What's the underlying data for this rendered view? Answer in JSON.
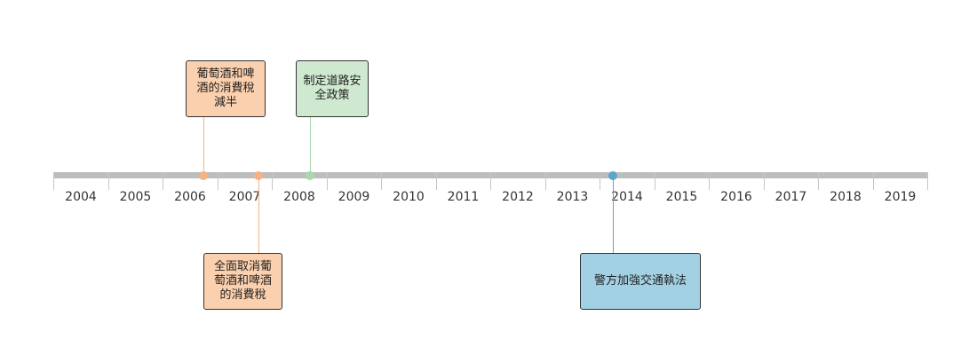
{
  "timeline": {
    "axis": {
      "start_year": 2004,
      "end_year": 2019,
      "years": [
        "2004",
        "2005",
        "2006",
        "2007",
        "2008",
        "2009",
        "2010",
        "2011",
        "2012",
        "2013",
        "2014",
        "2015",
        "2016",
        "2017",
        "2018",
        "2019"
      ],
      "axis_color": "#bdbdbd"
    },
    "events": [
      {
        "id": "wine-beer-tax-halved",
        "text": "葡萄酒和啤酒的消費稅減半",
        "lines": [
          "葡萄酒和啤",
          "酒的消費稅",
          "減半"
        ],
        "date_year": 2006.75,
        "side": "above",
        "fill": "#fbd0ae",
        "marker": "#f5b283"
      },
      {
        "id": "road-safety-policy",
        "text": "制定道路安全政策",
        "lines": [
          "制定道路安",
          "全政策"
        ],
        "date_year": 2008.7,
        "side": "above",
        "fill": "#cfe9d0",
        "marker": "#a9d9ab"
      },
      {
        "id": "wine-beer-tax-abolished",
        "text": "全面取消葡萄酒和啤酒的消費稅",
        "lines": [
          "全面取消葡",
          "萄酒和啤酒",
          "的消費稅"
        ],
        "date_year": 2007.75,
        "side": "below",
        "fill": "#fbd0ae",
        "marker": "#f5b283"
      },
      {
        "id": "police-traffic-enforcement",
        "text": "警方加強交通執法",
        "lines": [
          "警方加強交通執法"
        ],
        "date_year": 2014.25,
        "side": "below",
        "fill": "#a3d1e4",
        "marker": "#5aa6c6"
      }
    ]
  }
}
